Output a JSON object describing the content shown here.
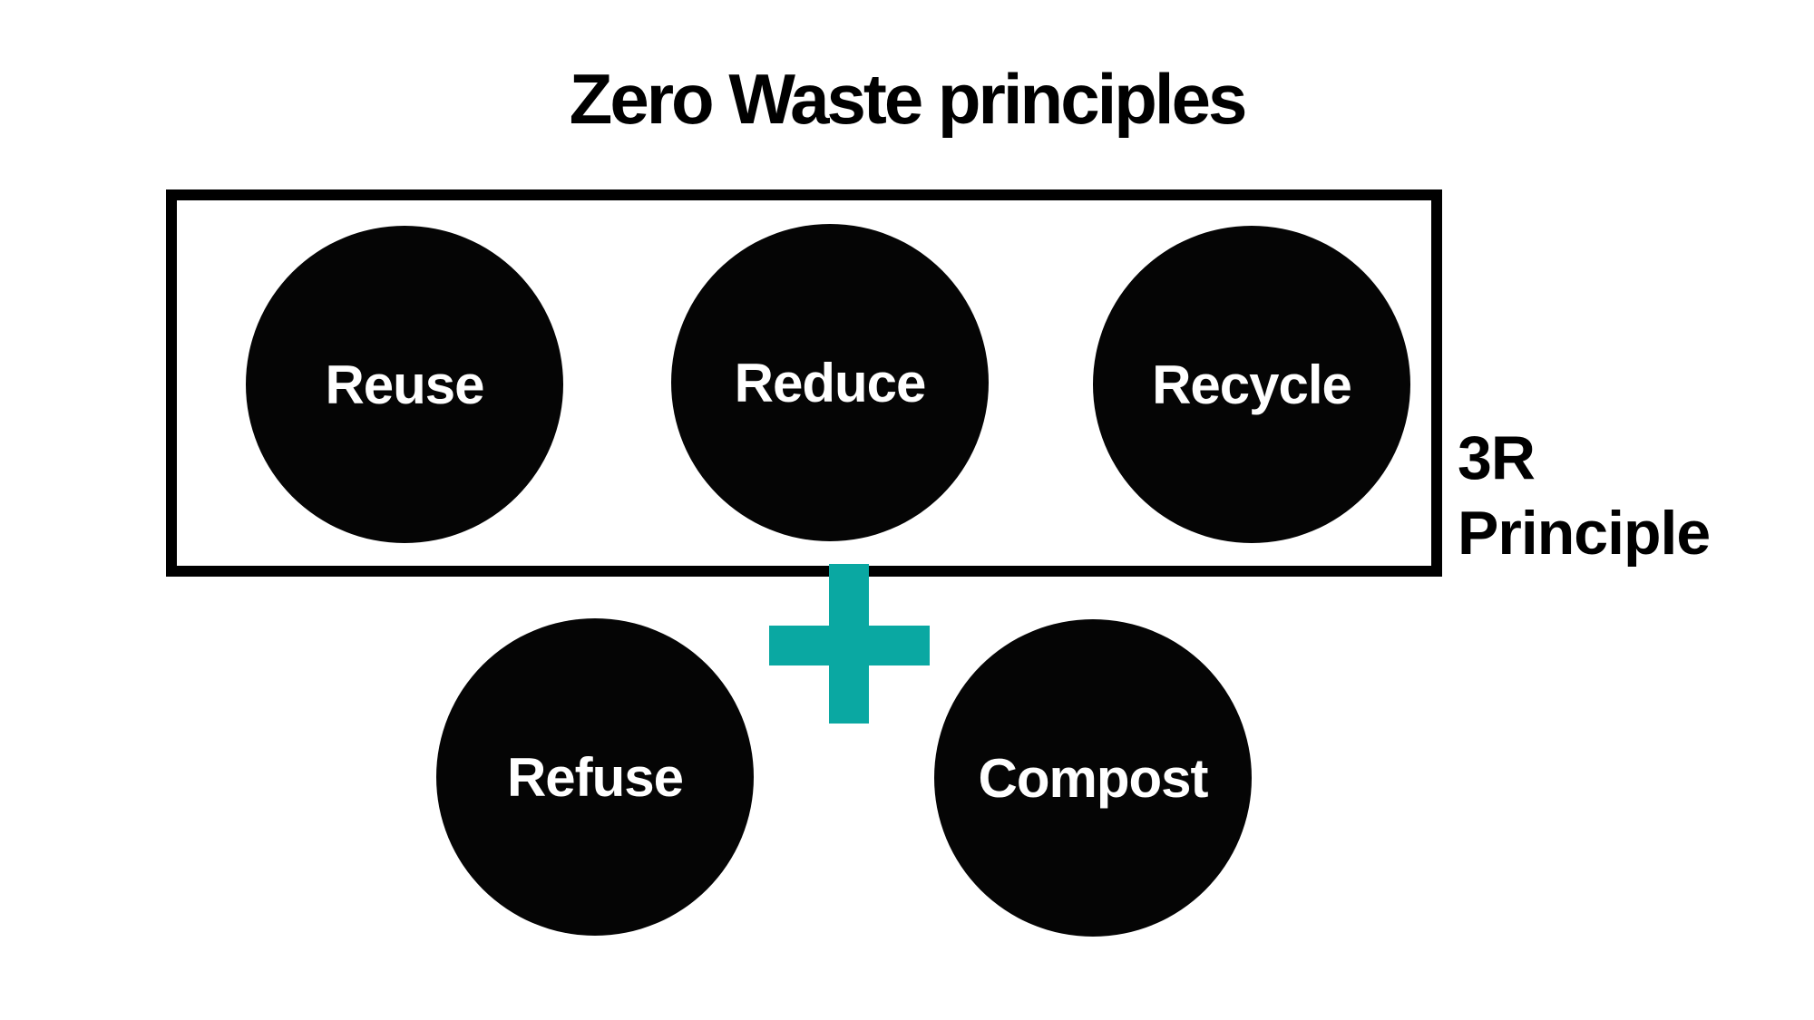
{
  "title": "Zero Waste principles",
  "box": {
    "label_line1": "3R",
    "label_line2": "Principle"
  },
  "circles": {
    "reuse": {
      "label": "Reuse"
    },
    "reduce": {
      "label": "Reduce"
    },
    "recycle": {
      "label": "Recycle"
    },
    "refuse": {
      "label": "Refuse"
    },
    "compost": {
      "label": "Compost"
    }
  },
  "icons": {
    "plus_icon": "plus"
  },
  "colors": {
    "background": "#ffffff",
    "circle_fill": "#050505",
    "circle_text": "#ffffff",
    "box_border": "#000000",
    "title_text": "#000000",
    "accent_teal": "#0aa8a2"
  }
}
